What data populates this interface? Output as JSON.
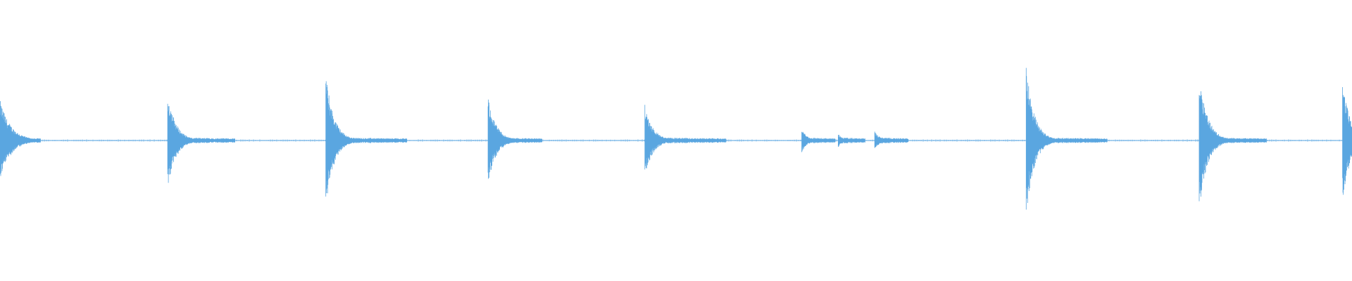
{
  "waveform": {
    "color": "#5aa6e0",
    "background": "#ffffff",
    "duration_fraction_axis": [
      0,
      1
    ],
    "baseline_amplitude": 0.0,
    "amplitude_range": [
      -1,
      1
    ],
    "transients": [
      {
        "t": 0.0,
        "peak": 0.4,
        "trough": -0.39,
        "decay": 0.008,
        "tail": 0.06
      },
      {
        "t": 0.124,
        "peak": 0.48,
        "trough": -0.48,
        "decay": 0.006,
        "tail": 0.1
      },
      {
        "t": 0.241,
        "peak": 0.66,
        "trough": -0.66,
        "decay": 0.006,
        "tail": 0.12
      },
      {
        "t": 0.361,
        "peak": 0.43,
        "trough": -0.43,
        "decay": 0.006,
        "tail": 0.08
      },
      {
        "t": 0.477,
        "peak": 0.35,
        "trough": -0.35,
        "decay": 0.006,
        "tail": 0.12
      },
      {
        "t": 0.593,
        "peak": 0.12,
        "trough": -0.12,
        "decay": 0.004,
        "tail": 0.05
      },
      {
        "t": 0.62,
        "peak": 0.07,
        "trough": -0.07,
        "decay": 0.003,
        "tail": 0.04
      },
      {
        "t": 0.647,
        "peak": 0.09,
        "trough": -0.09,
        "decay": 0.004,
        "tail": 0.05
      },
      {
        "t": 0.759,
        "peak": 0.73,
        "trough": -0.73,
        "decay": 0.006,
        "tail": 0.12
      },
      {
        "t": 0.887,
        "peak": 0.7,
        "trough": -0.7,
        "decay": 0.006,
        "tail": 0.1
      },
      {
        "t": 0.993,
        "peak": 0.59,
        "trough": -0.59,
        "decay": 0.006,
        "tail": 0.1
      }
    ]
  }
}
